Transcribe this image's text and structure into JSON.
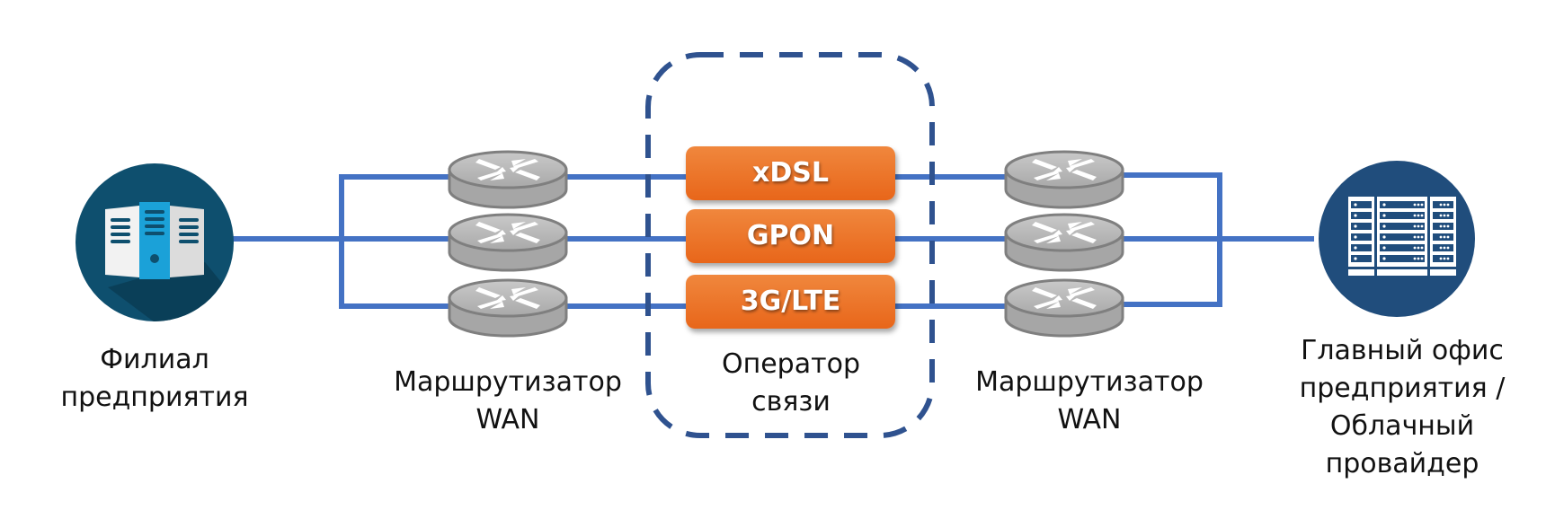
{
  "diagram": {
    "colors": {
      "link": "#4472c4",
      "operator_border": "#2f528f",
      "tech_box": "#ed7d31",
      "router_body": "#bfbfbf",
      "branch_circle": "#0e4f6e",
      "hq_circle": "#204d7c"
    },
    "nodes": {
      "branch": {
        "icon": "server-cluster-icon",
        "label_lines": [
          "Филиал",
          "предприятия"
        ]
      },
      "left_routers": {
        "icon": "router-icon",
        "count": 3,
        "label_lines": [
          "Маршрутизатор",
          "WAN"
        ]
      },
      "operator": {
        "label_lines": [
          "Оператор",
          "связи"
        ]
      },
      "right_routers": {
        "icon": "router-icon",
        "count": 3,
        "label_lines": [
          "Маршрутизатор",
          "WAN"
        ]
      },
      "headquarters": {
        "icon": "server-rack-icon",
        "label_lines": [
          "Главный офис",
          "предприятия /",
          "Облачный",
          "провайдер"
        ]
      }
    },
    "links": [
      {
        "name": "xDSL"
      },
      {
        "name": "GPON"
      },
      {
        "name": "3G/LTE"
      }
    ]
  }
}
